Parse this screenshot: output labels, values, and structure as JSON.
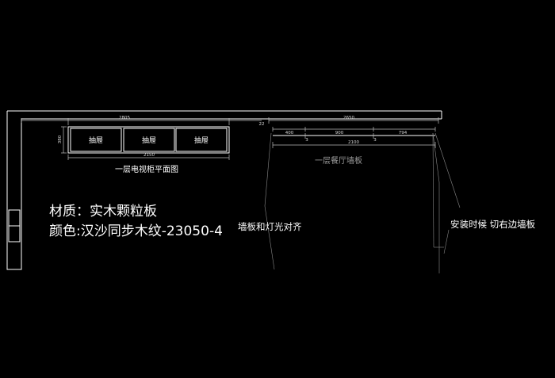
{
  "cabinet_plan": {
    "overall_length": "2805",
    "depth": "380",
    "cabinet_length": "2150",
    "drawers": [
      "抽屉",
      "抽屉",
      "抽屉"
    ],
    "caption": "一层电视柜平面图"
  },
  "wall_panel": {
    "gap": "22",
    "overall_length": "2650",
    "segments": [
      "400",
      "900",
      "794"
    ],
    "joints": [
      "3",
      "3"
    ],
    "sub_length": "2100",
    "caption": "一层餐厅墙板"
  },
  "notes": {
    "material": "材质：实木颗粒板",
    "color": "颜色:汉沙同步木纹-23050-4",
    "align_note": "墙板和灯光对齐",
    "install_note": "安装时候  切右边墙板"
  },
  "colors": {
    "background": "#000000",
    "line_primary": "#ffffff",
    "line_secondary": "#bdbdbd"
  }
}
